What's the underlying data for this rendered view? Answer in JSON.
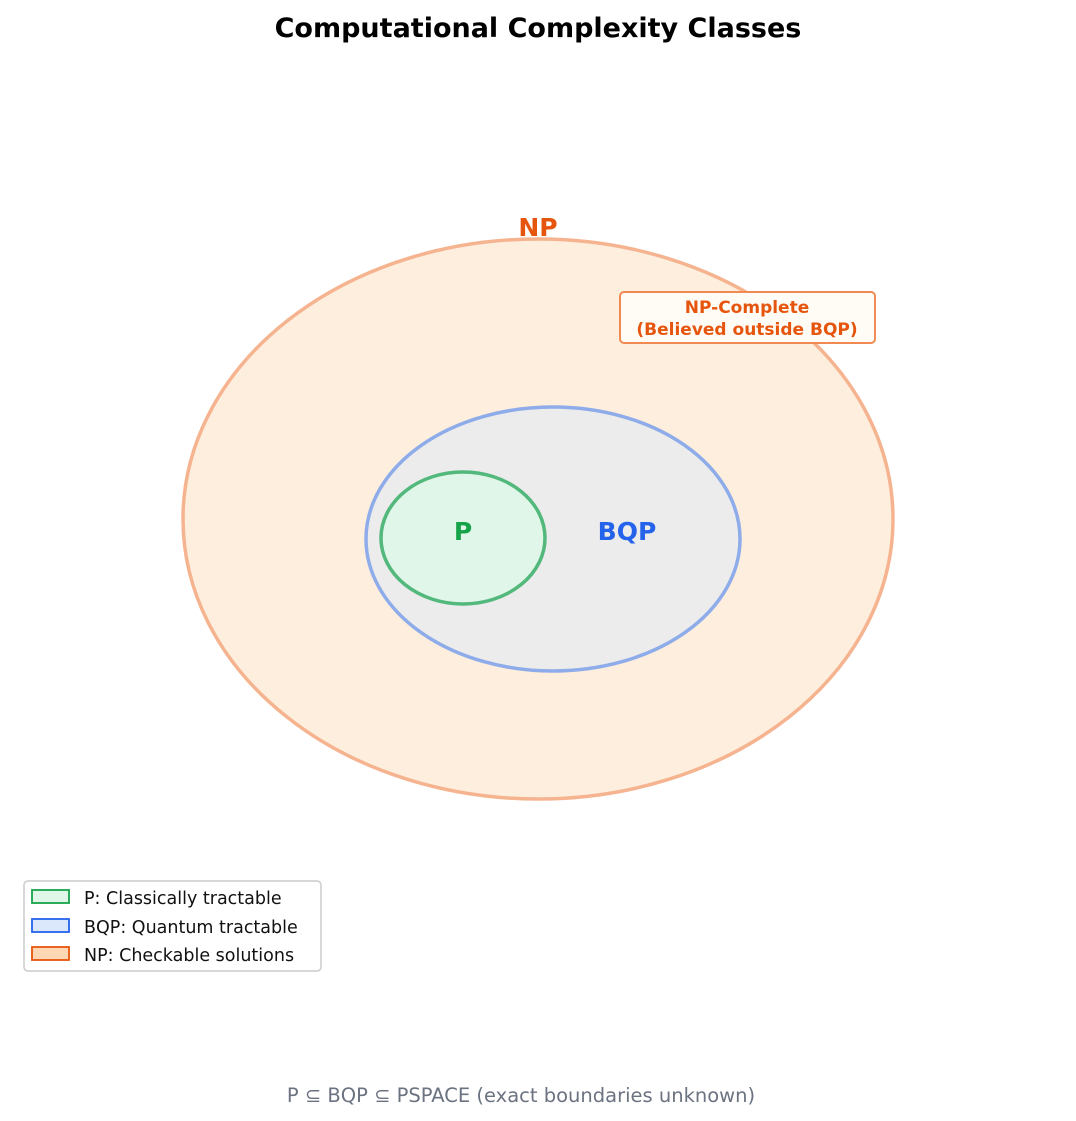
{
  "title": "Computational Complexity Classes",
  "classes": {
    "np": {
      "label": "NP",
      "fill": "#feeedd",
      "stroke": "#f5b48f",
      "label_color": "#e6550d"
    },
    "bqp": {
      "label": "BQP",
      "fill": "#ececec",
      "stroke": "#8eacea",
      "label_color": "#2563eb"
    },
    "p": {
      "label": "P",
      "fill": "#e0f6e8",
      "stroke": "#52b87b",
      "label_color": "#16a34a"
    }
  },
  "callout": {
    "line1": "NP-Complete",
    "line2": "(Believed outside BQP)",
    "text_color": "#e6550d",
    "border_color": "#f08a52",
    "fill": "#fffcf5"
  },
  "legend": {
    "items": [
      {
        "label": "P: Classically tractable",
        "fill": "#e0f6e8",
        "stroke": "#16a34a"
      },
      {
        "label": "BQP: Quantum tractable",
        "fill": "#dbe7fb",
        "stroke": "#2563eb"
      },
      {
        "label": "NP: Checkable solutions",
        "fill": "#fed7b4",
        "stroke": "#e6550d"
      }
    ]
  },
  "footer": "P ⊆ BQP ⊆ PSPACE  (exact boundaries unknown)"
}
